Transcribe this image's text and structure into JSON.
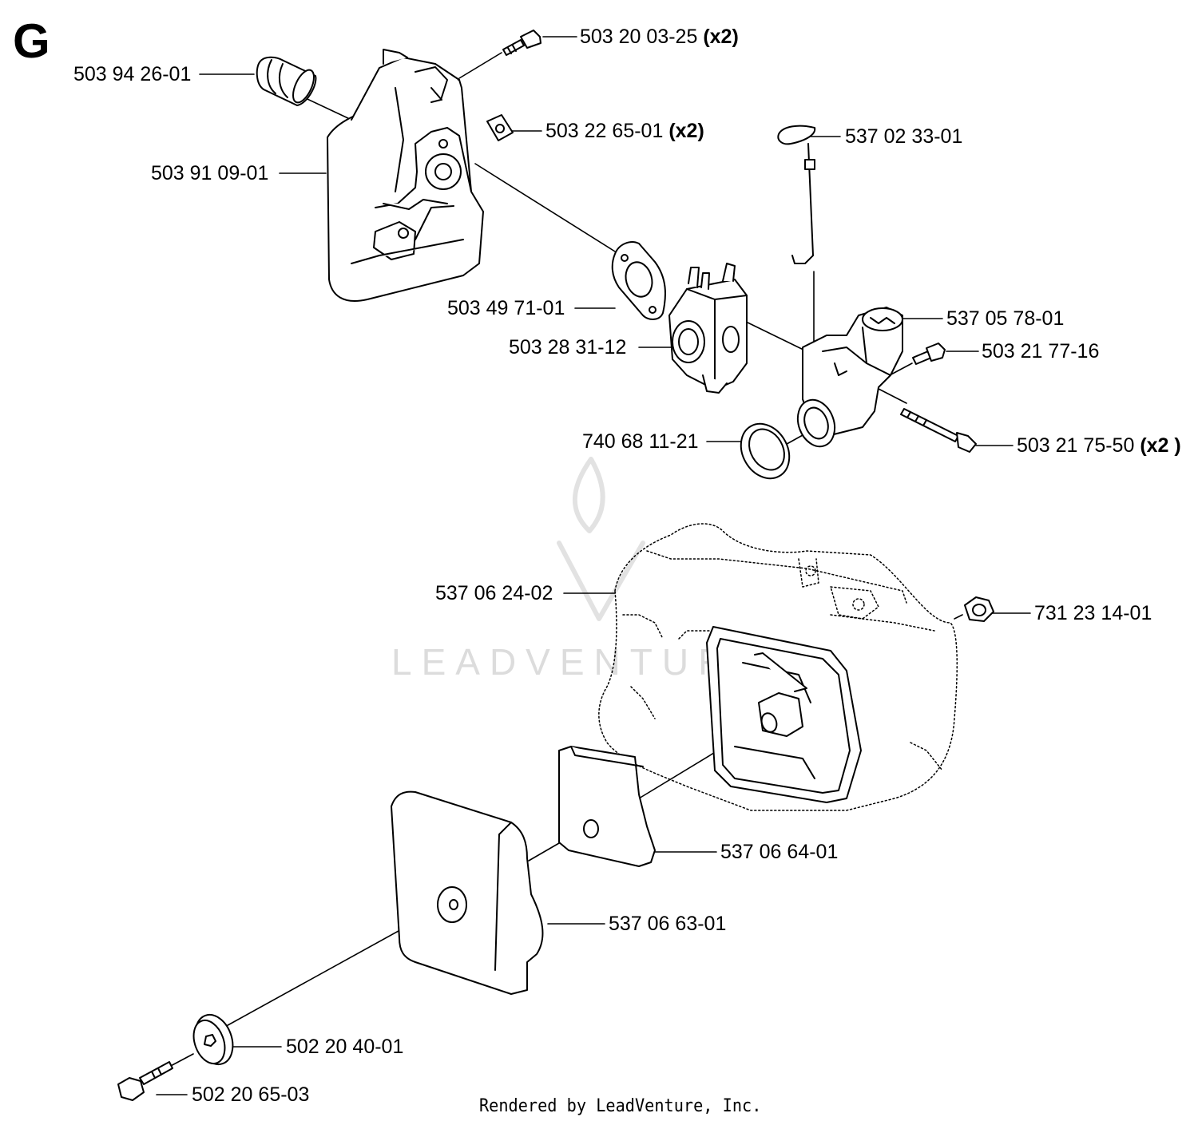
{
  "diagram": {
    "section_letter": "G",
    "footer": "Rendered by LeadVenture, Inc.",
    "watermark": "LEADVENTURE",
    "labels": {
      "p503_20_03_25": {
        "part": "503 20 03-25",
        "qty": "(x2)"
      },
      "p503_94_26_01": {
        "part": "503 94 26-01"
      },
      "p503_22_65_01": {
        "part": "503 22 65-01",
        "qty": "(x2)"
      },
      "p537_02_33_01": {
        "part": "537 02 33-01"
      },
      "p503_91_09_01": {
        "part": "503 91 09-01"
      },
      "p503_49_71_01": {
        "part": "503 49 71-01"
      },
      "p537_05_78_01": {
        "part": "537 05 78-01"
      },
      "p503_28_31_12": {
        "part": "503 28 31-12"
      },
      "p503_21_77_16": {
        "part": "503 21 77-16"
      },
      "p740_68_11_21": {
        "part": "740 68 11-21"
      },
      "p503_21_75_50": {
        "part": "503 21 75-50",
        "qty": "(x2 )"
      },
      "p537_06_24_02": {
        "part": "537 06 24-02"
      },
      "p731_23_14_01": {
        "part": "731 23 14-01"
      },
      "p537_06_64_01": {
        "part": "537 06 64-01"
      },
      "p537_06_63_01": {
        "part": "537 06 63-01"
      },
      "p502_20_40_01": {
        "part": "502 20 40-01"
      },
      "p502_20_65_03": {
        "part": "502 20 65-03"
      }
    }
  }
}
